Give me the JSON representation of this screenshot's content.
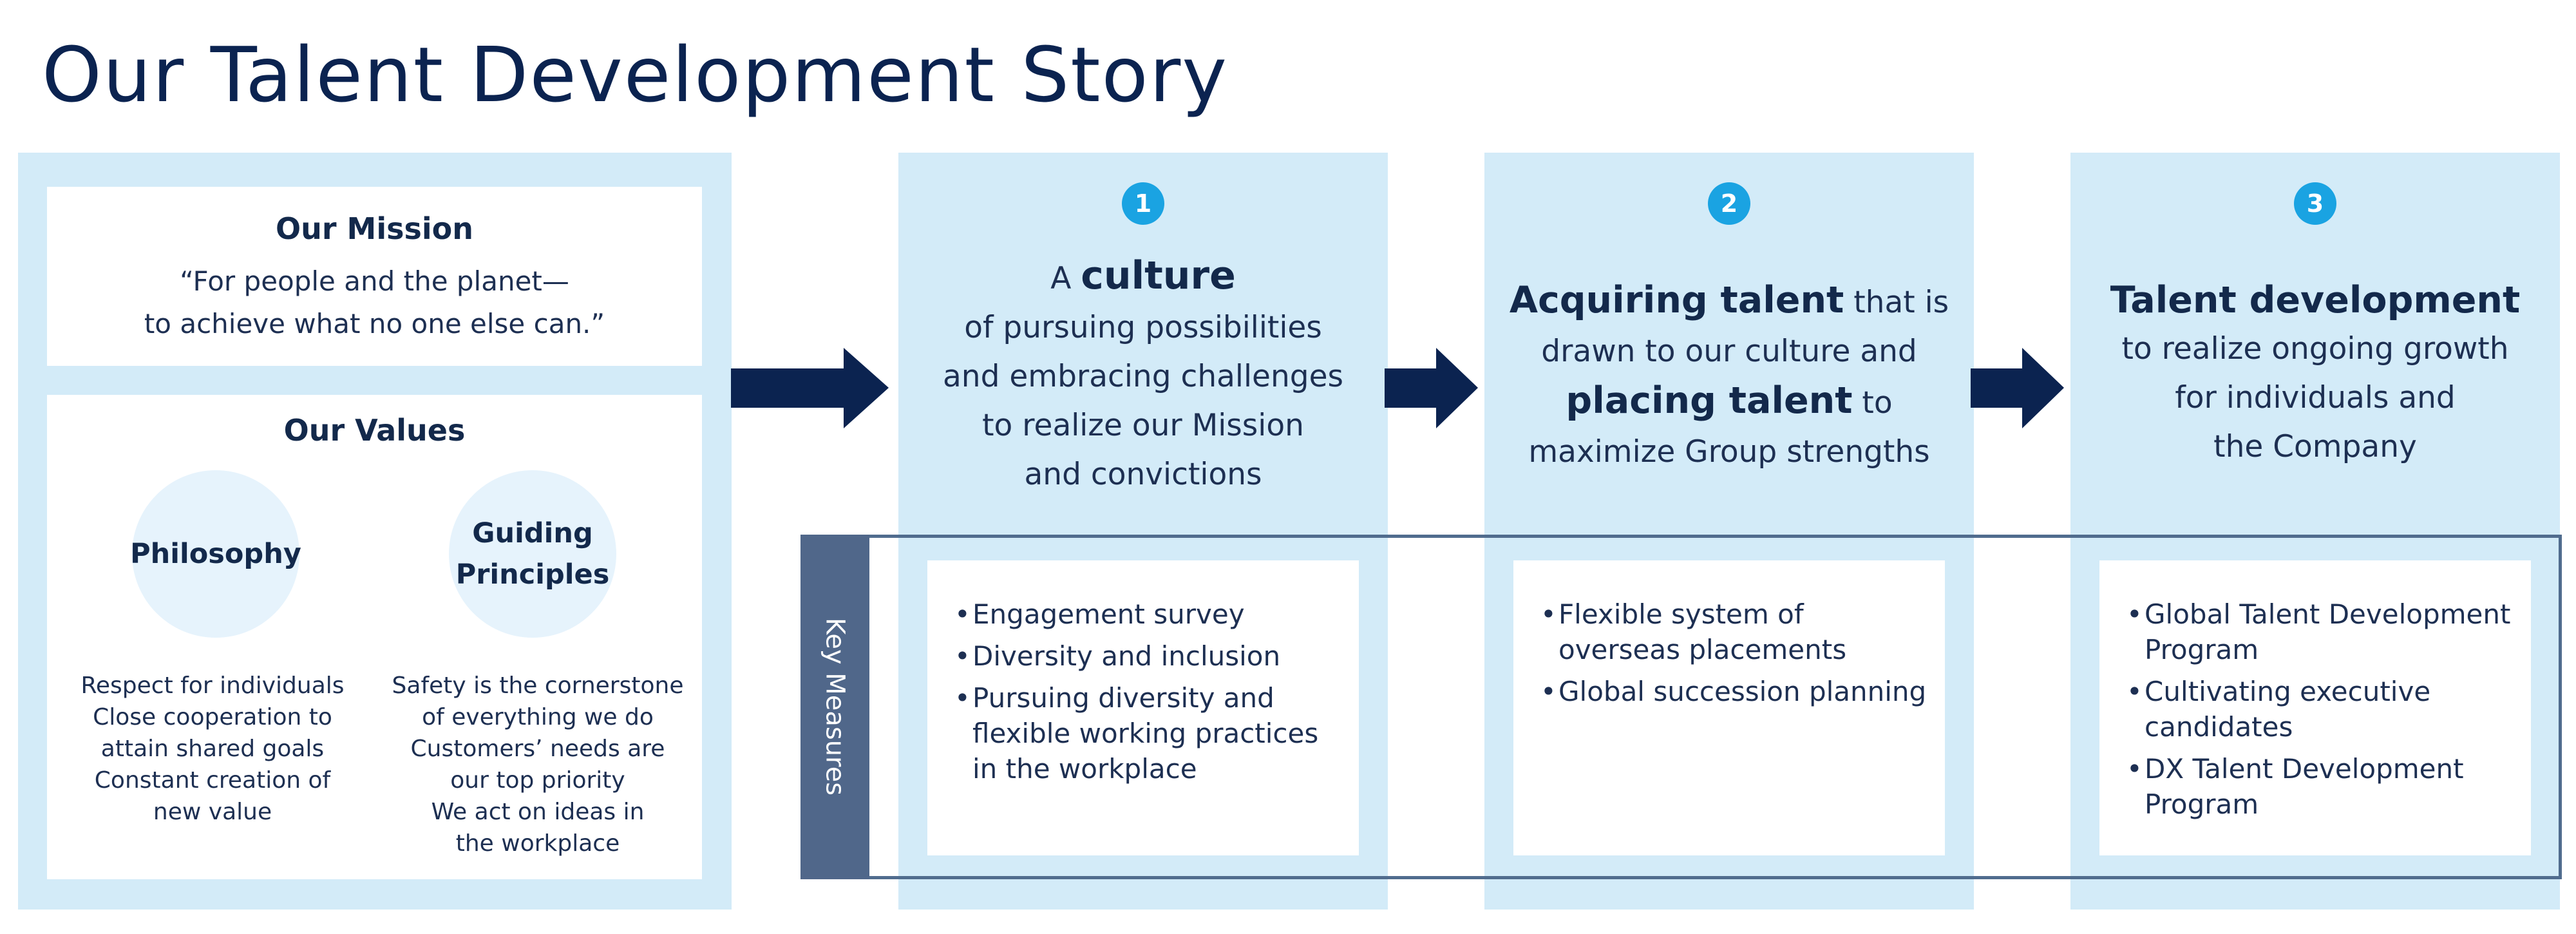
{
  "title": "Our Talent Development Story",
  "mission": {
    "heading": "Our Mission",
    "line1": "“For people and the planet—",
    "line2": "to achieve what no one else can.”"
  },
  "values": {
    "heading": "Our Values",
    "philosophy": "Philosophy",
    "guiding_line1": "Guiding",
    "guiding_line2": "Principles",
    "philosophy_items": [
      "Respect for individuals",
      "Close cooperation to",
      "attain shared goals",
      "Constant creation of",
      "new value"
    ],
    "guiding_items": [
      "Safety is the cornerstone",
      "of everything we do",
      "Customers’ needs are",
      "our top priority",
      "We act on ideas in",
      "the workplace"
    ]
  },
  "steps": [
    {
      "number": "1",
      "lead": "A ",
      "emphasis": "culture",
      "lines": [
        "of pursuing possibilities",
        "and embracing challenges",
        "to realize our Mission",
        "and convictions"
      ]
    },
    {
      "number": "2",
      "emphasis1": "Acquiring talent",
      "text1": " that is",
      "text2": "drawn to our culture and",
      "emphasis2": "placing talent",
      "text3": " to",
      "text4": "maximize Group strengths"
    },
    {
      "number": "3",
      "emphasis": "Talent development",
      "lines": [
        "to realize ongoing growth",
        "for individuals and",
        "the Company"
      ]
    }
  ],
  "key_measures": {
    "label": "Key Measures",
    "columns": [
      [
        "Engagement survey",
        "Diversity and inclusion",
        "Pursuing diversity and flexible working practices in the workplace"
      ],
      [
        "Flexible system of overseas placements",
        "Global succession planning"
      ],
      [
        "Global Talent Development Program",
        "Cultivating executive candidates",
        "DX Talent Development Program"
      ]
    ]
  },
  "colors": {
    "panel": "#d3ebf8",
    "navy": "#0b2350",
    "badge": "#1aa3e2",
    "key_measures_tab": "#50678a"
  },
  "icons": [
    "right-arrow-icon"
  ]
}
